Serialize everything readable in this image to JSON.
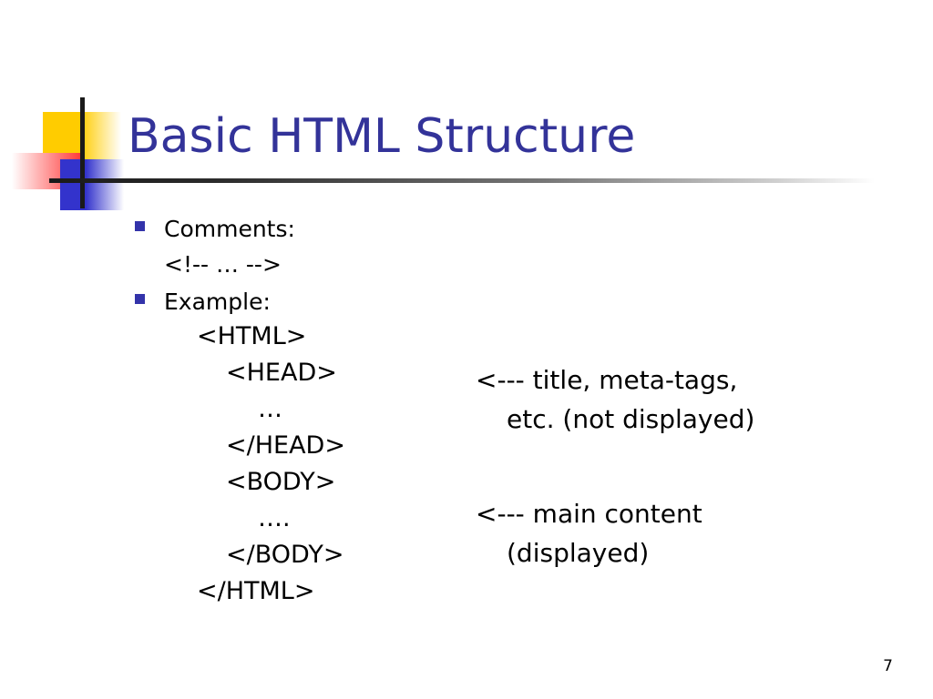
{
  "slide": {
    "title": "Basic HTML Structure",
    "page_number": "7",
    "accent_color": "#333399",
    "bullet_color": "#3333AA",
    "deco_colors": {
      "yellow": "#FFCC00",
      "red": "#FF3333",
      "blue": "#3333CC",
      "line": "#1a1a1a"
    }
  },
  "bullets": [
    {
      "marker": "square-bullet",
      "lines": [
        "Comments:",
        "<!-- … -->"
      ]
    },
    {
      "marker": "square-bullet",
      "lines": [
        "Example:"
      ]
    }
  ],
  "code": [
    {
      "text": "<HTML>",
      "indent": 0
    },
    {
      "text": "<HEAD>",
      "indent": 1
    },
    {
      "text": "…",
      "indent": 2
    },
    {
      "text": "</HEAD>",
      "indent": 1
    },
    {
      "text": "<BODY>",
      "indent": 1
    },
    {
      "text": "….",
      "indent": 2
    },
    {
      "text": "</BODY>",
      "indent": 1
    },
    {
      "text": "</HTML>",
      "indent": 0
    }
  ],
  "annotations": [
    {
      "line1": "<--- title, meta-tags,",
      "line2": "etc. (not displayed)"
    },
    {
      "line1": "<--- main content",
      "line2": "(displayed)"
    }
  ]
}
